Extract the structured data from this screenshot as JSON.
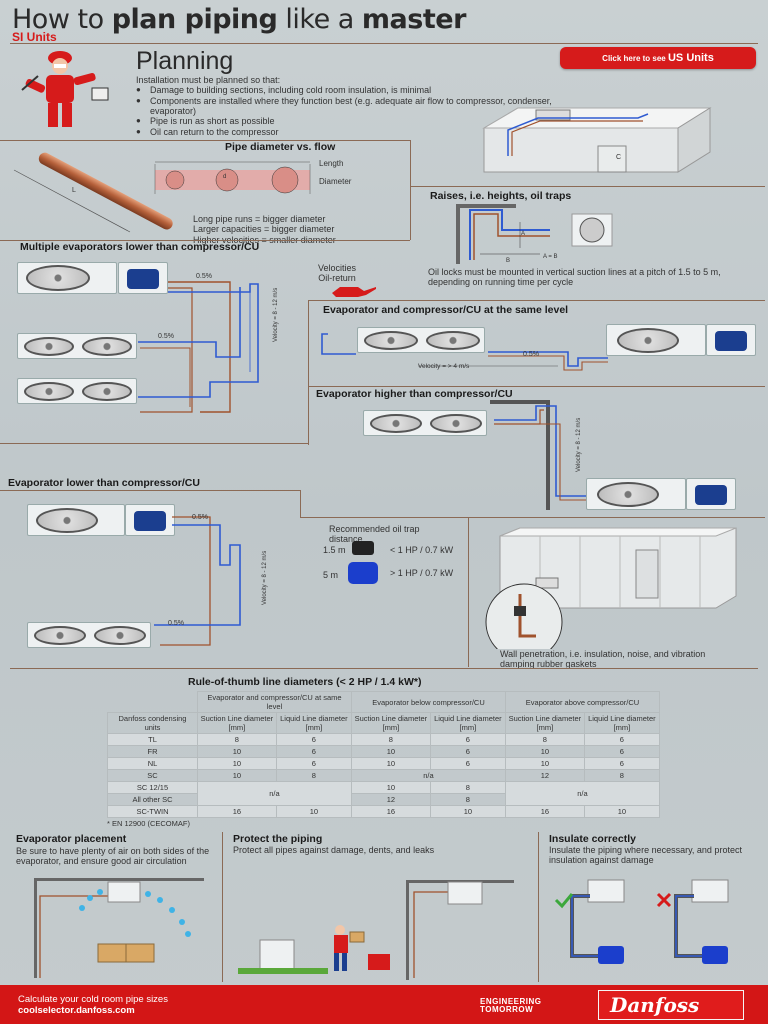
{
  "header": {
    "title_pre": "How to ",
    "title_bold1": "plan piping",
    "title_mid": " like a ",
    "title_bold2": "master",
    "units": "SI Units"
  },
  "planning": {
    "heading": "Planning",
    "intro": "Installation must be planned so that:",
    "bullets": [
      "Damage to building sections, including cold room insulation, is minimal",
      "Components are installed where they function best (e.g. adequate air flow to compressor, condenser, evaporator)",
      "Pipe is run as short as possible",
      "Oil can return to the compressor"
    ],
    "us_button_pre": "Click here to see ",
    "us_button_big": "US Units",
    "room_label": "C"
  },
  "pipe_diameter": {
    "title": "Pipe diameter vs. flow",
    "length_label": "Length",
    "diameter_label": "Diameter",
    "pipe_label": "L",
    "d_label": "d",
    "notes": [
      "Long pipe runs = bigger diameter",
      "Larger capacities = bigger diameter",
      "Higher velocities = smaller diameter"
    ]
  },
  "raises": {
    "title": "Raises, i.e. heights, oil traps",
    "a_label": "A",
    "b_label": "B",
    "ab_label": "A = B",
    "notes": "Oil locks must be mounted in vertical suction lines at a pitch of 1.5 to 5 m, depending on running time per cycle"
  },
  "multiple": {
    "title": "Multiple evaporators lower than compressor/CU",
    "slope1": "0.5%",
    "slope2": "0.5%",
    "velocity": "Velocity = 8 - 12 m/s",
    "velocities_label": "Velocities",
    "oil_return_label": "Oil-return"
  },
  "same_level": {
    "title": "Evaporator and compressor/CU at the same level",
    "slope": "0.5%",
    "velocity": "Velocity = > 4 m/s"
  },
  "higher": {
    "title": "Evaporator higher than compressor/CU",
    "velocity": "Velocity = 8 - 12 m/s"
  },
  "lower": {
    "title": "Evaporator lower than compressor/CU",
    "slope1": "0.5%",
    "slope2": "0.5%",
    "velocity": "Velocity = 8 - 12 m/s",
    "recommended": "Recommended oil trap distance",
    "row1_dist": "1.5 m",
    "row1_val": "< 1 HP / 0.7 kW",
    "row2_dist": "5 m",
    "row2_val": "> 1 HP / 0.7 kW"
  },
  "wall": {
    "notes": "Wall penetration, i.e. insulation, noise, and vibration damping rubber gaskets"
  },
  "table": {
    "title": "Rule-of-thumb line diameters (< 2 HP / 1.4 kW*)",
    "group_headers": [
      "Evaporator and compressor/CU at same level",
      "Evaporator below compressor/CU",
      "Evaporator above compressor/CU"
    ],
    "row_header": "Danfoss condensing units",
    "col_headers": [
      "Suction Line diameter [mm]",
      "Liquid Line diameter [mm]",
      "Suction Line diameter [mm]",
      "Liquid Line diameter [mm]",
      "Suction Line diameter [mm]",
      "Liquid Line diameter [mm]"
    ],
    "rows": [
      {
        "name": "TL",
        "cells": [
          "8",
          "6",
          "8",
          "6",
          "8",
          "6"
        ]
      },
      {
        "name": "FR",
        "cells": [
          "10",
          "6",
          "10",
          "6",
          "10",
          "6"
        ]
      },
      {
        "name": "NL",
        "cells": [
          "10",
          "6",
          "10",
          "6",
          "10",
          "6"
        ]
      },
      {
        "name": "SC",
        "cells": [
          "10",
          "8",
          "",
          "",
          "12",
          "8"
        ],
        "na": "n/a"
      },
      {
        "name": "SC 12/15",
        "cells": [
          "",
          "",
          "10",
          "8",
          "",
          ""
        ],
        "na": "n/a"
      },
      {
        "name": "All other SC",
        "cells": [
          "",
          "",
          "12",
          "8",
          "",
          ""
        ]
      },
      {
        "name": "SC-TWIN",
        "cells": [
          "16",
          "10",
          "16",
          "10",
          "16",
          "10"
        ]
      }
    ],
    "na_left": "n/a",
    "na_right": "n/a",
    "na_mid": "n/a",
    "footnote": "* EN 12900 (CECOMAF)"
  },
  "bottom": {
    "placement_title": "Evaporator placement",
    "placement_text": "Be sure to have plenty of air on both sides of the evaporator, and ensure good air circulation",
    "protect_title": "Protect the piping",
    "protect_text": "Protect all pipes against damage, dents, and leaks",
    "insulate_title": "Insulate correctly",
    "insulate_text": "Insulate the piping where necessary, and protect insulation against damage"
  },
  "footer": {
    "line1": "Calculate your cold room pipe sizes",
    "line2": "coolselector.danfoss.com",
    "eng1": "ENGINEERING",
    "eng2": "TOMORROW",
    "logo": "Danfoss"
  },
  "colors": {
    "accent": "#d61b1b",
    "suction_pipe": "#2f5bd1",
    "liquid_pipe": "#a0522d",
    "divider": "#8b6a55"
  }
}
